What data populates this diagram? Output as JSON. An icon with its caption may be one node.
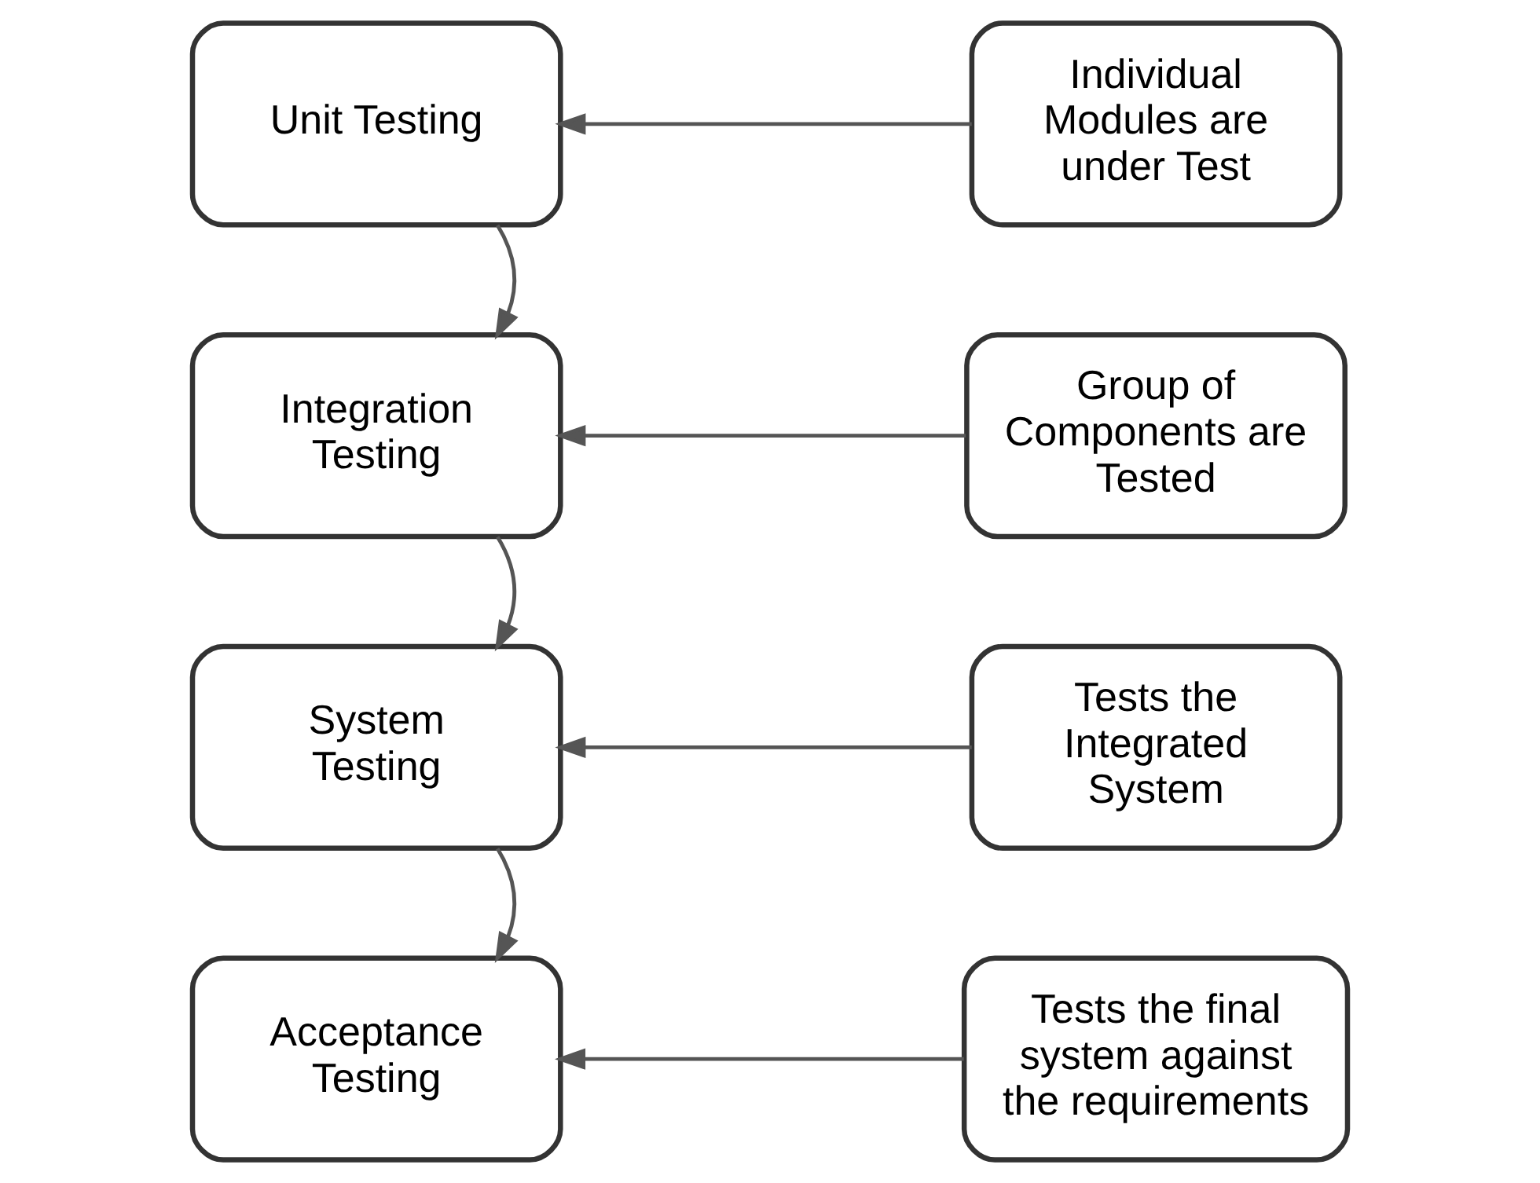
{
  "diagram": {
    "nodes": [
      {
        "text": [
          "Unit Testing"
        ]
      },
      {
        "text": [
          "Individual Modules are under Test"
        ]
      },
      {
        "text": [
          "Integration Testing"
        ]
      },
      {
        "text": [
          "Group of Components are Tested"
        ]
      },
      {
        "text": [
          "System Testing"
        ]
      },
      {
        "text": [
          "Tests the Integrated System"
        ]
      },
      {
        "text": [
          "Acceptance Testing"
        ]
      },
      {
        "text": [
          "Tests the final system against the requirements"
        ]
      }
    ],
    "edges": [
      {
        "from": 1,
        "to": 0,
        "arrow": "to"
      },
      {
        "from": 0,
        "to": 2,
        "arrow": "to"
      },
      {
        "from": 3,
        "to": 2,
        "arrow": "to"
      },
      {
        "from": 2,
        "to": 4,
        "arrow": "to"
      },
      {
        "from": 5,
        "to": 4,
        "arrow": "to"
      },
      {
        "from": 4,
        "to": 6,
        "arrow": "to"
      },
      {
        "from": 7,
        "to": 6,
        "arrow": "to"
      }
    ]
  }
}
